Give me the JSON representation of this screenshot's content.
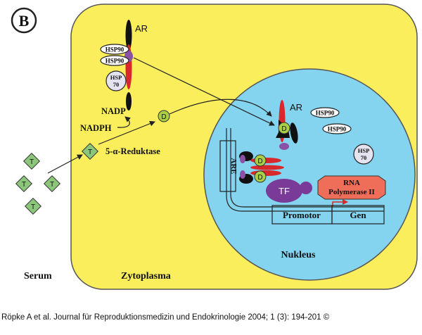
{
  "panel_label": "B",
  "labels": {
    "ar_top": "AR",
    "hsp90_a": "HSP90",
    "hsp90_b": "HSP90",
    "hsp70_line1": "HSP",
    "hsp70_line2": "70",
    "nadp": "NADP",
    "nadph": "NADPH",
    "reductase": "5-α-Reduktase",
    "testosterone": "T",
    "dht": "D",
    "ar_nucleus": "AR",
    "hsp90_n1": "HSP90",
    "hsp90_n2": "HSP90",
    "hsp70_n_line1": "HSP",
    "hsp70_n_line2": "70",
    "are": "ARE",
    "tf": "TF",
    "rna_line1": "RNA",
    "rna_line2": "Polymerase II",
    "promotor": "Promotor",
    "gen": "Gen",
    "nukleus": "Nukleus",
    "serum": "Serum",
    "zytoplasma": "Zytoplasma"
  },
  "citation": "Röpke A et al. Journal für Reproduktionsmedizin und Endokrinologie 2004; 1 (3): 194-201 ©",
  "colors": {
    "cytoplasm": "#fbee5c",
    "nucleus": "#84d4ef",
    "receptor_red": "#d8282c",
    "receptor_black": "#111111",
    "receptor_purple": "#8a52a6",
    "hormone_green": "#8cc67b",
    "dht_fill": "#a9cf44",
    "rna_pol": "#ef6e5a",
    "hsp70": "#e6e3f0"
  }
}
